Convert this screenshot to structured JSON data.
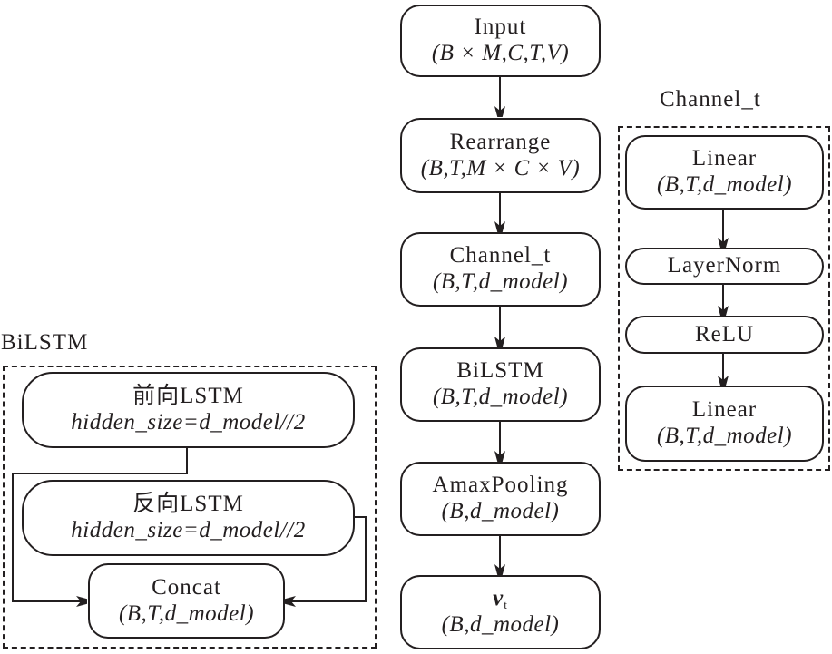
{
  "main_flow": {
    "input": {
      "title": "Input",
      "shape": "(B × M,C,T,V)"
    },
    "rearrange": {
      "title": "Rearrange",
      "shape": "(B,T,M × C × V)"
    },
    "channel_t": {
      "title": "Channel_t",
      "shape": "(B,T,d_model)"
    },
    "bilstm": {
      "title": "BiLSTM",
      "shape": "(B,T,d_model)"
    },
    "amaxpooling": {
      "title": "AmaxPooling",
      "shape": "(B,d_model)"
    },
    "output": {
      "symbol": "v",
      "subscript": "t",
      "shape": "(B,d_model)"
    }
  },
  "channel_t_group": {
    "label": "Channel_t",
    "linear1": {
      "title": "Linear",
      "shape": "(B,T,d_model)"
    },
    "layernorm": {
      "title": "LayerNorm"
    },
    "relu": {
      "title": "ReLU"
    },
    "linear2": {
      "title": "Linear",
      "shape": "(B,T,d_model)"
    }
  },
  "bilstm_group": {
    "label": "BiLSTM",
    "forward": {
      "title": "前向LSTM",
      "param": "hidden_size=d_model//2"
    },
    "backward": {
      "title": "反向LSTM",
      "param": "hidden_size=d_model//2"
    },
    "concat": {
      "title": "Concat",
      "shape": "(B,T,d_model)"
    }
  }
}
